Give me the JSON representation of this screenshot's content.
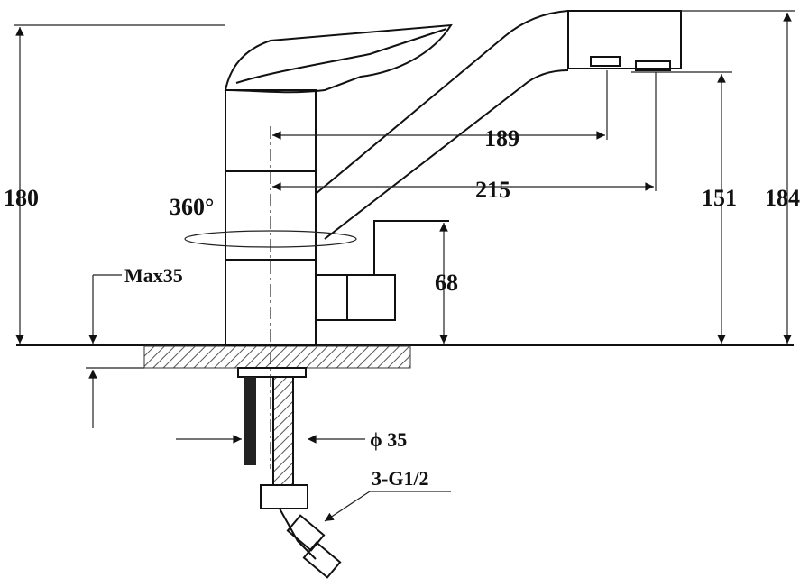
{
  "drawing": {
    "title": "Faucet dimension drawing",
    "dimensions": {
      "total_height": "180",
      "rotation": "360°",
      "max_counter_thickness": "Max35",
      "spout_reach_short": "189",
      "spout_reach_long": "215",
      "spout_outlet_height": "151",
      "overall_height": "184",
      "side_outlet_height": "68",
      "hole_diameter": "ϕ 35",
      "connections": "3-G1/2"
    },
    "colors": {
      "line": "#111111",
      "background": "#ffffff"
    }
  }
}
